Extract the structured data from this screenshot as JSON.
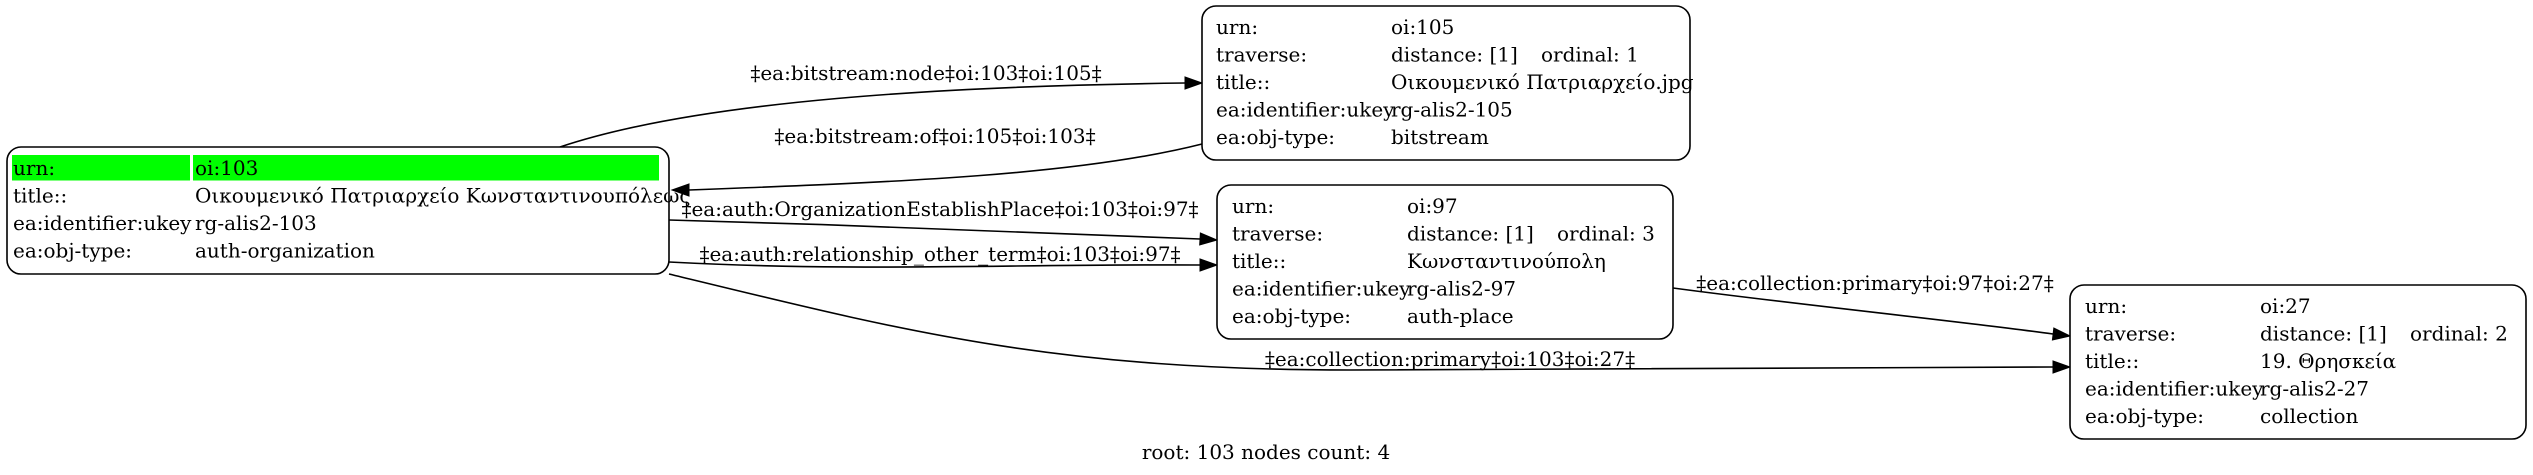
{
  "nodes": [
    {
      "id": "103",
      "highlight_color": "#00ff00",
      "rows": [
        {
          "key": "urn:",
          "val": "oi:103",
          "extra": "",
          "highlight": true
        },
        {
          "key": "title::",
          "val": "Οικουμενικό Πατριαρχείο Κωνσταντινουπόλεως",
          "extra": "",
          "highlight": false
        },
        {
          "key": "ea:identifier:ukey",
          "val": "rg-alis2-103",
          "extra": "",
          "highlight": false
        },
        {
          "key": "ea:obj-type:",
          "val": "auth-organization",
          "extra": "",
          "highlight": false
        }
      ]
    },
    {
      "id": "105",
      "rows": [
        {
          "key": "urn:",
          "val": "oi:105",
          "extra": ""
        },
        {
          "key": "traverse:",
          "val": "distance: [1]",
          "extra": "ordinal: 1"
        },
        {
          "key": "title::",
          "val": "Οικουμενικό Πατριαρχείο.jpg",
          "extra": ""
        },
        {
          "key": "ea:identifier:ukey",
          "val": "rg-alis2-105",
          "extra": ""
        },
        {
          "key": "ea:obj-type:",
          "val": "bitstream",
          "extra": ""
        }
      ]
    },
    {
      "id": "97",
      "rows": [
        {
          "key": "urn:",
          "val": "oi:97",
          "extra": ""
        },
        {
          "key": "traverse:",
          "val": "distance: [1]",
          "extra": "ordinal: 3"
        },
        {
          "key": "title::",
          "val": "Κωνσταντινούπολη",
          "extra": ""
        },
        {
          "key": "ea:identifier:ukey",
          "val": "rg-alis2-97",
          "extra": ""
        },
        {
          "key": "ea:obj-type:",
          "val": "auth-place",
          "extra": ""
        }
      ]
    },
    {
      "id": "27",
      "rows": [
        {
          "key": "urn:",
          "val": "oi:27",
          "extra": ""
        },
        {
          "key": "traverse:",
          "val": "distance: [1]",
          "extra": "ordinal: 2"
        },
        {
          "key": "title::",
          "val": "19. Θρησκεία",
          "extra": ""
        },
        {
          "key": "ea:identifier:ukey",
          "val": "rg-alis2-27",
          "extra": ""
        },
        {
          "key": "ea:obj-type:",
          "val": "collection",
          "extra": ""
        }
      ]
    }
  ],
  "edges": [
    {
      "from": "103",
      "to": "105",
      "label": "‡ea:bitstream:node‡oi:103‡oi:105‡"
    },
    {
      "from": "105",
      "to": "103",
      "label": "‡ea:bitstream:of‡oi:105‡oi:103‡"
    },
    {
      "from": "103",
      "to": "97",
      "label": "‡ea:auth:OrganizationEstablishPlace‡oi:103‡oi:97‡"
    },
    {
      "from": "103",
      "to": "97",
      "label": "‡ea:auth:relationship_other_term‡oi:103‡oi:97‡"
    },
    {
      "from": "97",
      "to": "27",
      "label": "‡ea:collection:primary‡oi:97‡oi:27‡"
    },
    {
      "from": "103",
      "to": "27",
      "label": "‡ea:collection:primary‡oi:103‡oi:27‡"
    }
  ],
  "footer": "root: 103 nodes count: 4"
}
